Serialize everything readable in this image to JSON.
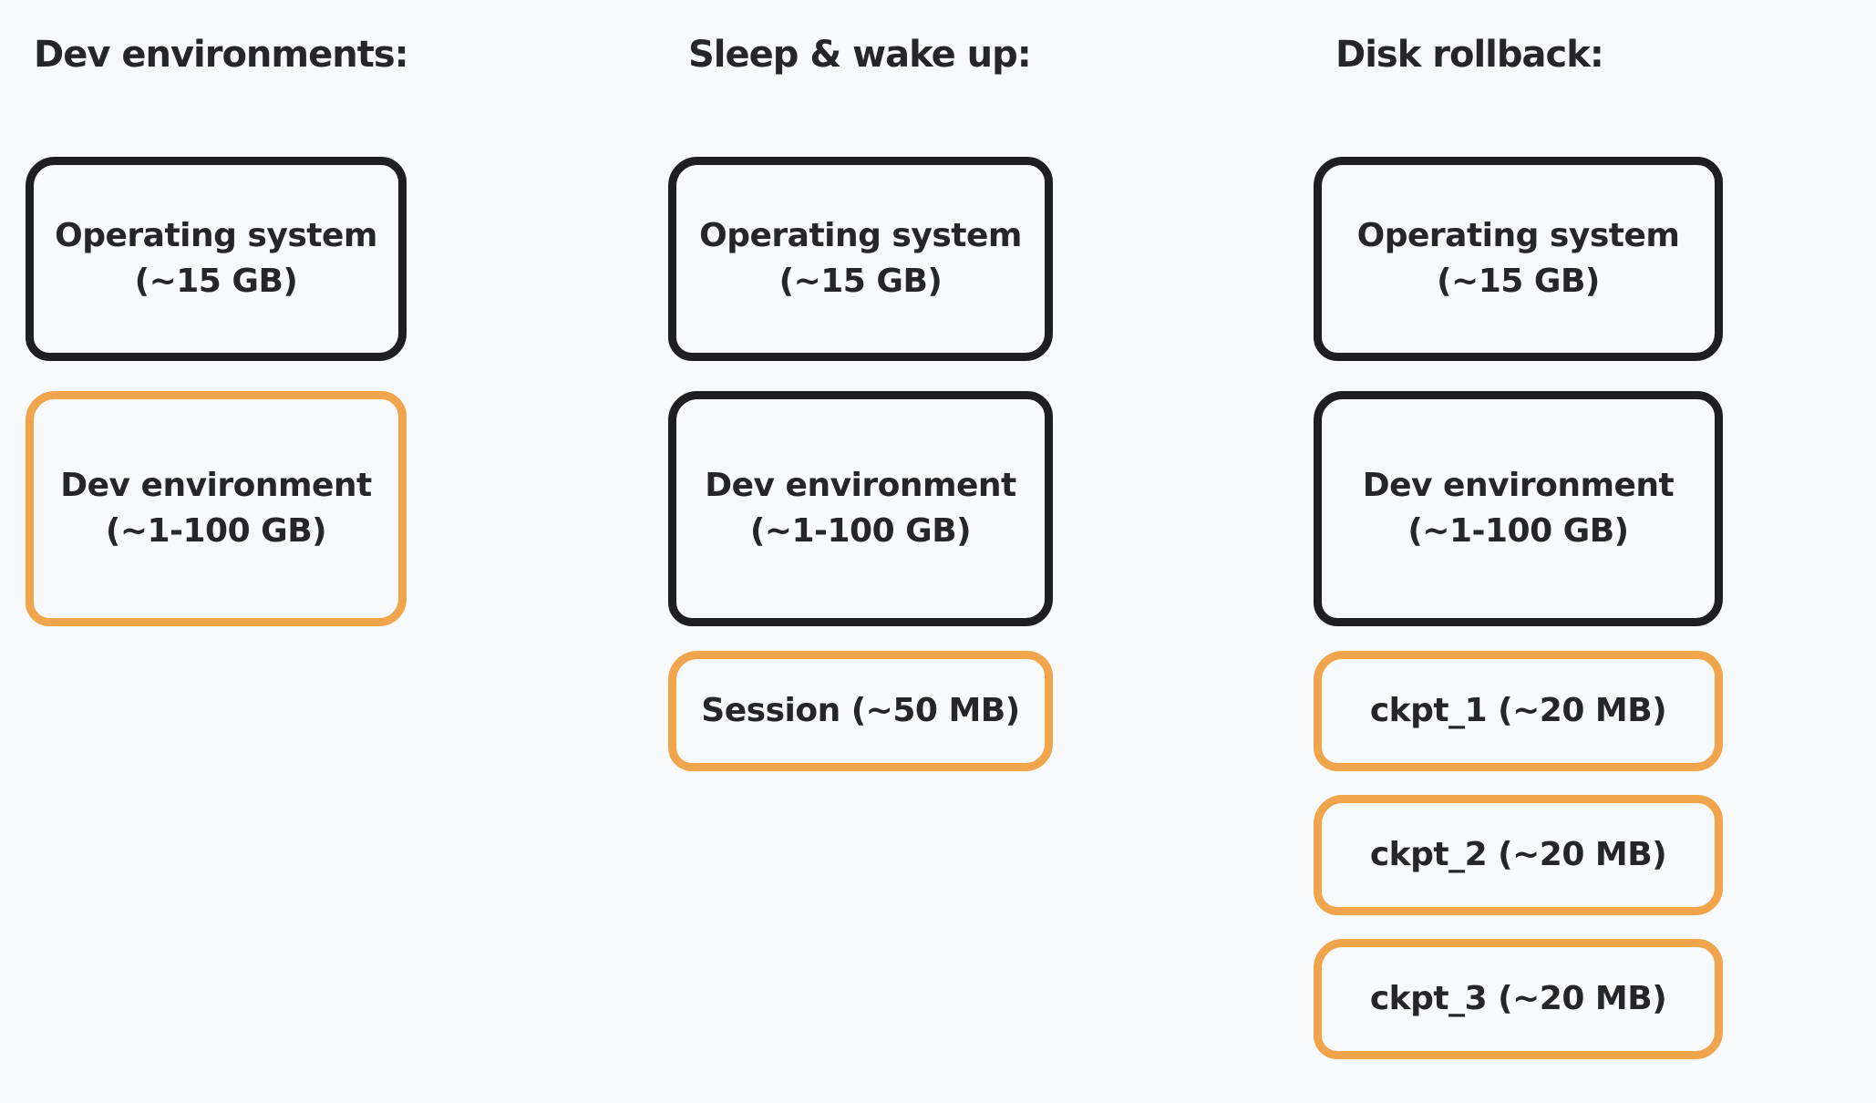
{
  "canvas": {
    "background": "#f8f9fa",
    "stroke_dark": "#1f1f23",
    "stroke_orange": "#f0a44c",
    "text_color": "#26262a"
  },
  "columns": [
    {
      "heading": "Dev environments:",
      "boxes": [
        {
          "variant": "dark",
          "lines": [
            "Operating system",
            "(~15 GB)"
          ]
        },
        {
          "variant": "orange",
          "lines": [
            "Dev environment",
            "(~1-100 GB)"
          ]
        }
      ]
    },
    {
      "heading": "Sleep & wake up:",
      "boxes": [
        {
          "variant": "dark",
          "lines": [
            "Operating system",
            "(~15 GB)"
          ]
        },
        {
          "variant": "dark",
          "lines": [
            "Dev environment",
            "(~1-100 GB)"
          ]
        },
        {
          "variant": "orange",
          "lines": [
            "Session (~50 MB)"
          ]
        }
      ]
    },
    {
      "heading": "Disk rollback:",
      "boxes": [
        {
          "variant": "dark",
          "lines": [
            "Operating system",
            "(~15 GB)"
          ]
        },
        {
          "variant": "dark",
          "lines": [
            "Dev environment",
            "(~1-100 GB)"
          ]
        },
        {
          "variant": "orange",
          "lines": [
            "ckpt_1 (~20 MB)"
          ]
        },
        {
          "variant": "orange",
          "lines": [
            "ckpt_2 (~20 MB)"
          ]
        },
        {
          "variant": "orange",
          "lines": [
            "ckpt_3 (~20 MB)"
          ]
        }
      ]
    }
  ]
}
